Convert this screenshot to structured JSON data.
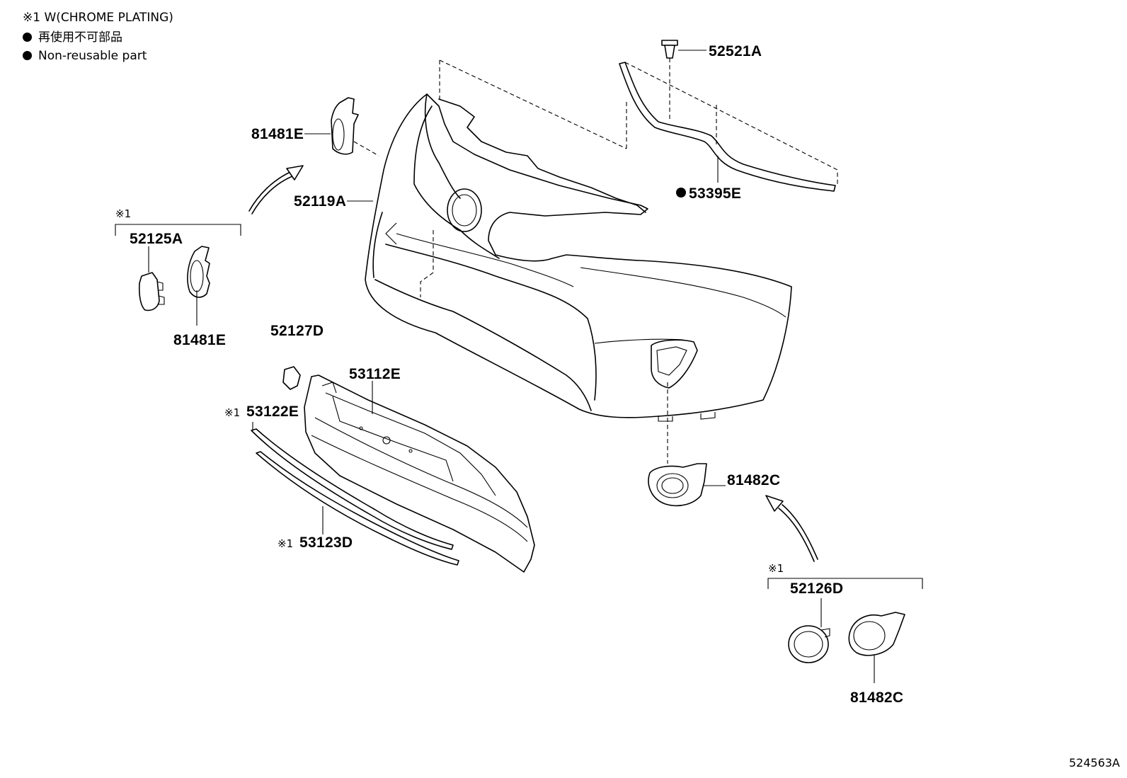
{
  "legend": {
    "note1": "※1 W(CHROME PLATING)",
    "note2": "再使用不可部品",
    "note3": "Non-reusable part"
  },
  "note_mark": "※1",
  "parts": {
    "p52521A": "52521A",
    "p81481E_top": "81481E",
    "p52119A": "52119A",
    "p53395E": "53395E",
    "p52125A": "52125A",
    "p81481E_left": "81481E",
    "p52127D": "52127D",
    "p53112E": "53112E",
    "p53122E": "53122E",
    "p53123D": "53123D",
    "p81482C_mid": "81482C",
    "p52126D": "52126D",
    "p81482C_bottom": "81482C"
  },
  "illustration_no": "524563A"
}
